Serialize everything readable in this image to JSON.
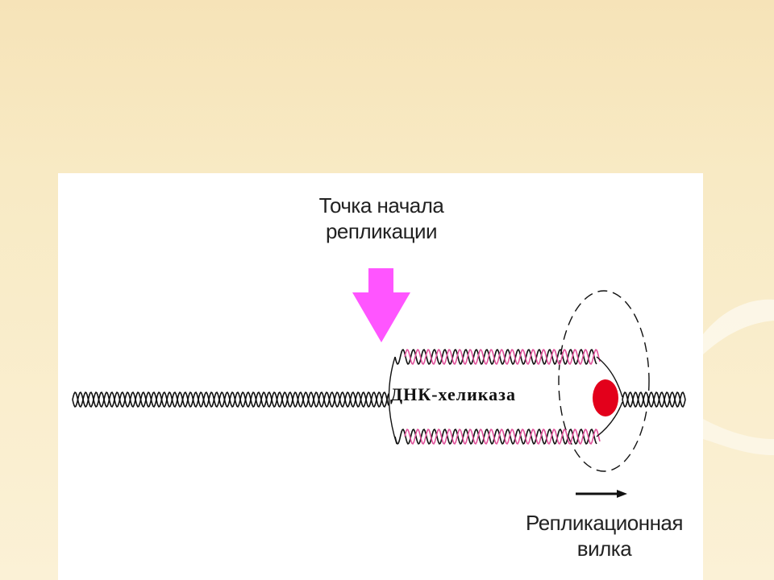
{
  "diagram": {
    "origin_label_line1": "Точка начала",
    "origin_label_line2": "репликации",
    "enzyme_label": "ДНК-хеликаза",
    "fork_label_line1": "Репликационная",
    "fork_label_line2": "вилка",
    "colors": {
      "arrow": "#ff55ff",
      "new_strand": "#e0509a",
      "helicase": "#e3001b",
      "dna": "#111111"
    }
  }
}
